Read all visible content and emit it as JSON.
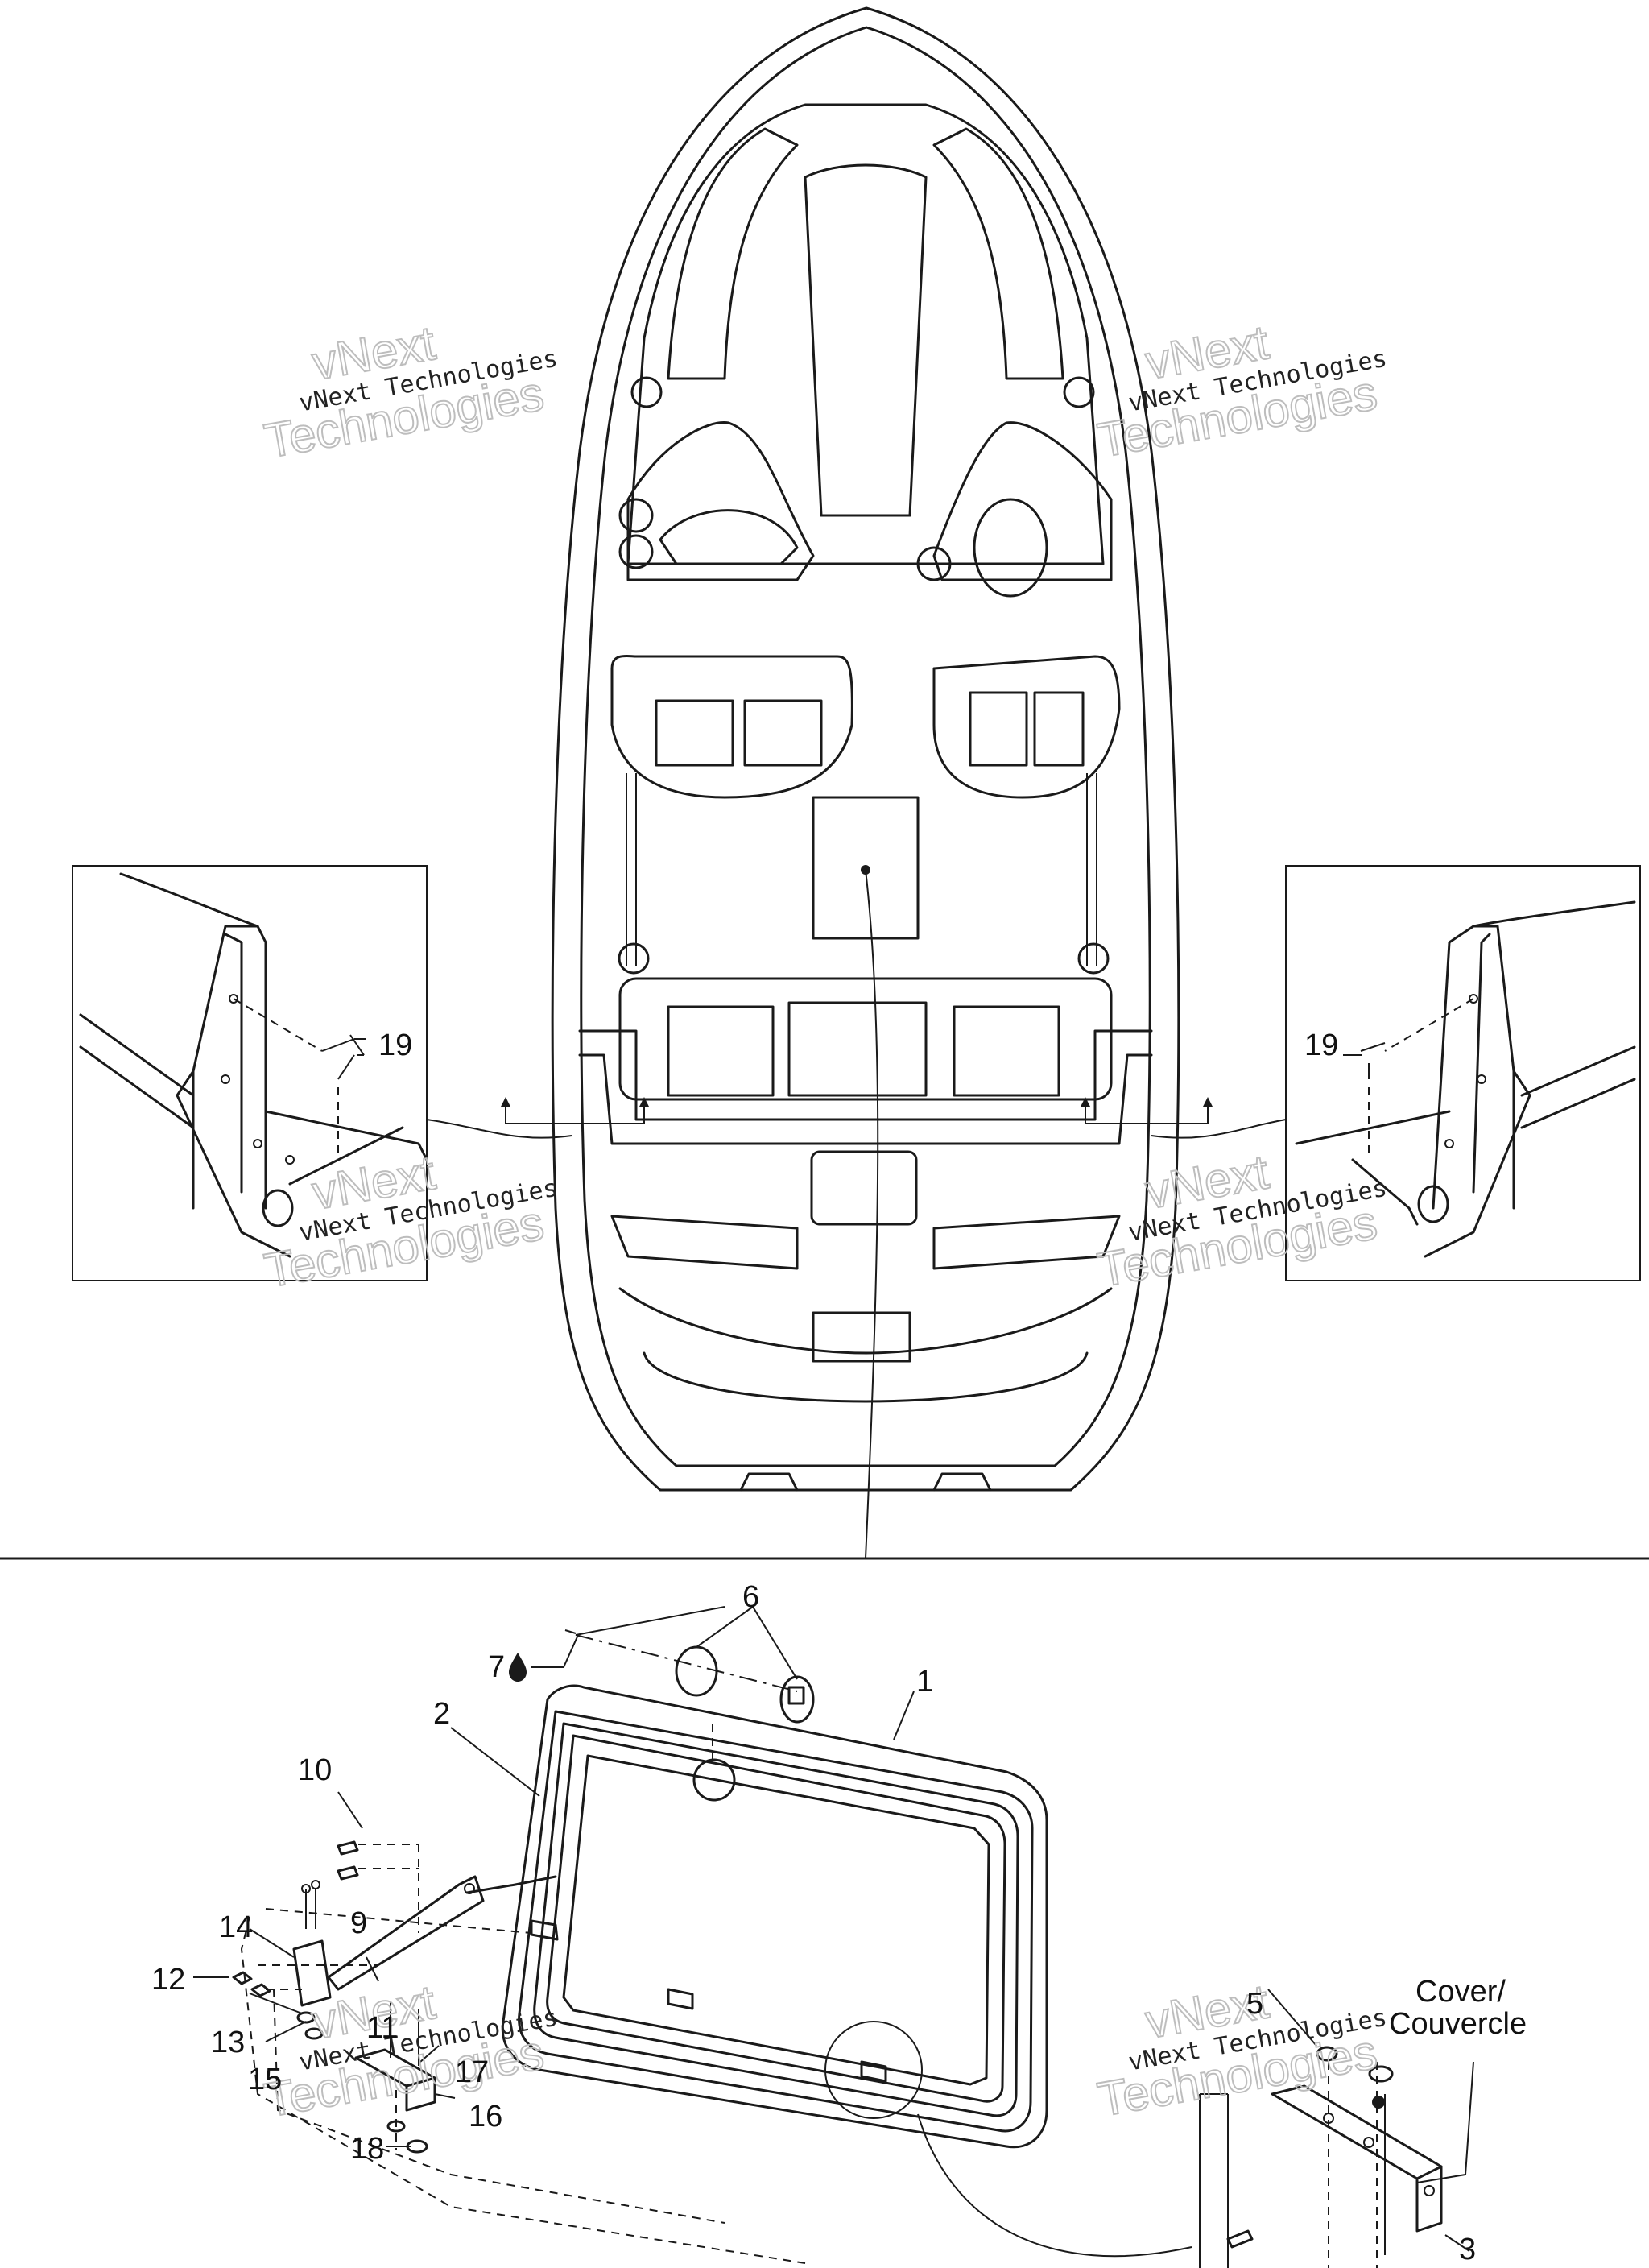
{
  "callouts": {
    "c1": "1",
    "c2": "2",
    "c3": "3",
    "c5": "5",
    "c6": "6",
    "c7": "7",
    "c9": "9",
    "c10": "10",
    "c11": "11",
    "c12": "12",
    "c13": "13",
    "c14": "14",
    "c15": "15",
    "c16": "16",
    "c17": "17",
    "c18": "18",
    "c19_left": "19",
    "c19_right": "19"
  },
  "cover_label": {
    "line1": "Cover/",
    "line2": "Couvercle"
  },
  "watermark": {
    "small": "vNext Technologies",
    "big_top": "vNext",
    "big_bottom": "Technologies"
  },
  "icons": {
    "callout7_symbol": "sealant-drop-icon"
  }
}
